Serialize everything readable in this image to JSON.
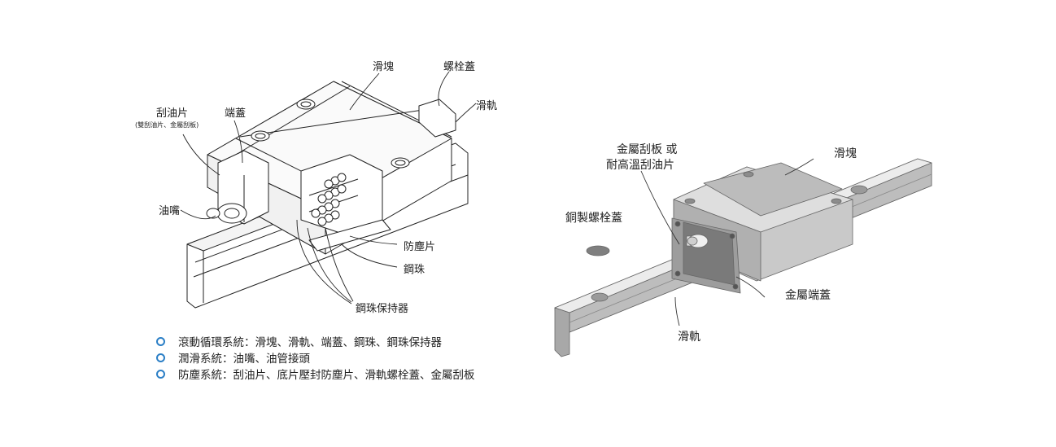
{
  "left_labels": {
    "slider": "滑塊",
    "bolt_cap": "螺栓蓋",
    "rail": "滑軌",
    "scraper": "刮油片",
    "scraper_sub": "(雙刮油片、金屬刮板)",
    "end_cap": "端蓋",
    "grease_nipple": "油嘴",
    "dust_seal": "防塵片",
    "steel_ball": "鋼珠",
    "ball_retainer": "鋼珠保持器"
  },
  "right_labels": {
    "metal_scraper_line1": "金屬刮板 或",
    "metal_scraper_line2": "耐高溫刮油片",
    "slider": "滑塊",
    "copper_bolt_cap": "銅製螺栓蓋",
    "metal_end_cap": "金屬端蓋",
    "rail": "滑軌"
  },
  "legend": [
    "滾動循環系統：滑塊、滑軌、端蓋、鋼珠、鋼珠保持器",
    "潤滑系統：油嘴、油管接頭",
    "防塵系統：刮油片、底片壓封防塵片、滑軌螺栓蓋、金屬刮板"
  ],
  "colors": {
    "bullet": "#2b7fc6",
    "line": "#222222",
    "metal_light": "#dcdcdc",
    "metal_mid": "#b8b8b8",
    "metal_dark": "#8c8c8c"
  }
}
